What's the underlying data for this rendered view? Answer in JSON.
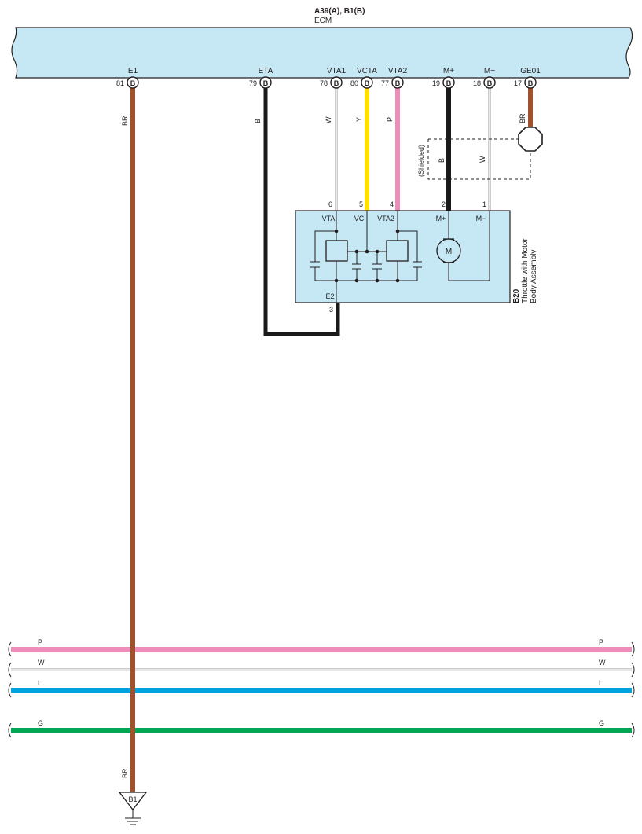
{
  "header": {
    "connector_ids": "A39(A), B1(B)",
    "component": "ECM"
  },
  "ecm_pins": [
    {
      "name": "E1",
      "num": "81",
      "conn": "B"
    },
    {
      "name": "ETA",
      "num": "79",
      "conn": "B"
    },
    {
      "name": "VTA1",
      "num": "78",
      "conn": "B"
    },
    {
      "name": "VCTA",
      "num": "80",
      "conn": "B"
    },
    {
      "name": "VTA2",
      "num": "77",
      "conn": "B"
    },
    {
      "name": "M+",
      "num": "19",
      "conn": "B"
    },
    {
      "name": "M−",
      "num": "18",
      "conn": "B"
    },
    {
      "name": "GE01",
      "num": "17",
      "conn": "B"
    }
  ],
  "wire_colors": {
    "e1": "BR",
    "eta": "B",
    "vta1": "W",
    "vcta": "Y",
    "vta2": "P",
    "mplus": "B",
    "mminus": "W",
    "ge01": "BR",
    "ground": "BR"
  },
  "shield_label": "(Shielded)",
  "throttle": {
    "code": "B20",
    "name_line1": "Throttle with Motor",
    "name_line2": "Body Assembly",
    "pin_labels": {
      "vta": "VTA",
      "vc": "VC",
      "vta2": "VTA2",
      "mplus": "M+",
      "mminus": "M−",
      "e2": "E2"
    },
    "pin_numbers": {
      "vta": "6",
      "vc": "5",
      "vta2": "4",
      "mplus": "2",
      "mminus": "1",
      "e2": "3"
    },
    "motor_label": "M"
  },
  "buses": [
    {
      "left": "P",
      "right": "P"
    },
    {
      "left": "W",
      "right": "W"
    },
    {
      "left": "L",
      "right": "L"
    },
    {
      "left": "G",
      "right": "G"
    }
  ],
  "ground": {
    "label": "B1"
  },
  "colors": {
    "brown": "#a0522d",
    "black": "#1a1a1a",
    "yellow": "#ffe000",
    "pink": "#f08cba",
    "blue": "#00a3e0",
    "green": "#00a651",
    "box_fill": "#c6e8f5"
  }
}
